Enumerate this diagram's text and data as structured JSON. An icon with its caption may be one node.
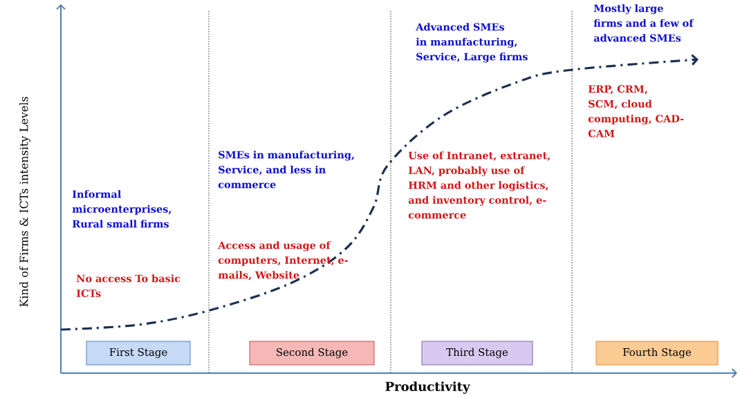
{
  "diagram": {
    "nodes": [
      {
        "text": [
          "First Stage"
        ]
      },
      {
        "text": [
          "Second Stage"
        ]
      },
      {
        "text": [
          "Third Stage"
        ]
      },
      {
        "text": [
          "Fourth Stage"
        ]
      }
    ],
    "labels": [
      "Mostly large firms and a few of advanced SMEs",
      "Advanced SMEs in manufacturing, Service, Large firms",
      "ERP, CRM, SCM, cloud computing, CAD-CAM",
      "SMEs in manufacturing, Service, and less in commerce",
      "Use of Intranet, extranet, LAN, probably use of HRM and other logistics, and inventory control, e-commerce",
      "Informal microenterprises, Rural small firms",
      "Access and usage of computers, Internet, e-mails, Website",
      "No access To basic ICTs",
      "Kind of Firms & ICTs intensity Levels",
      "Productivity"
    ]
  }
}
